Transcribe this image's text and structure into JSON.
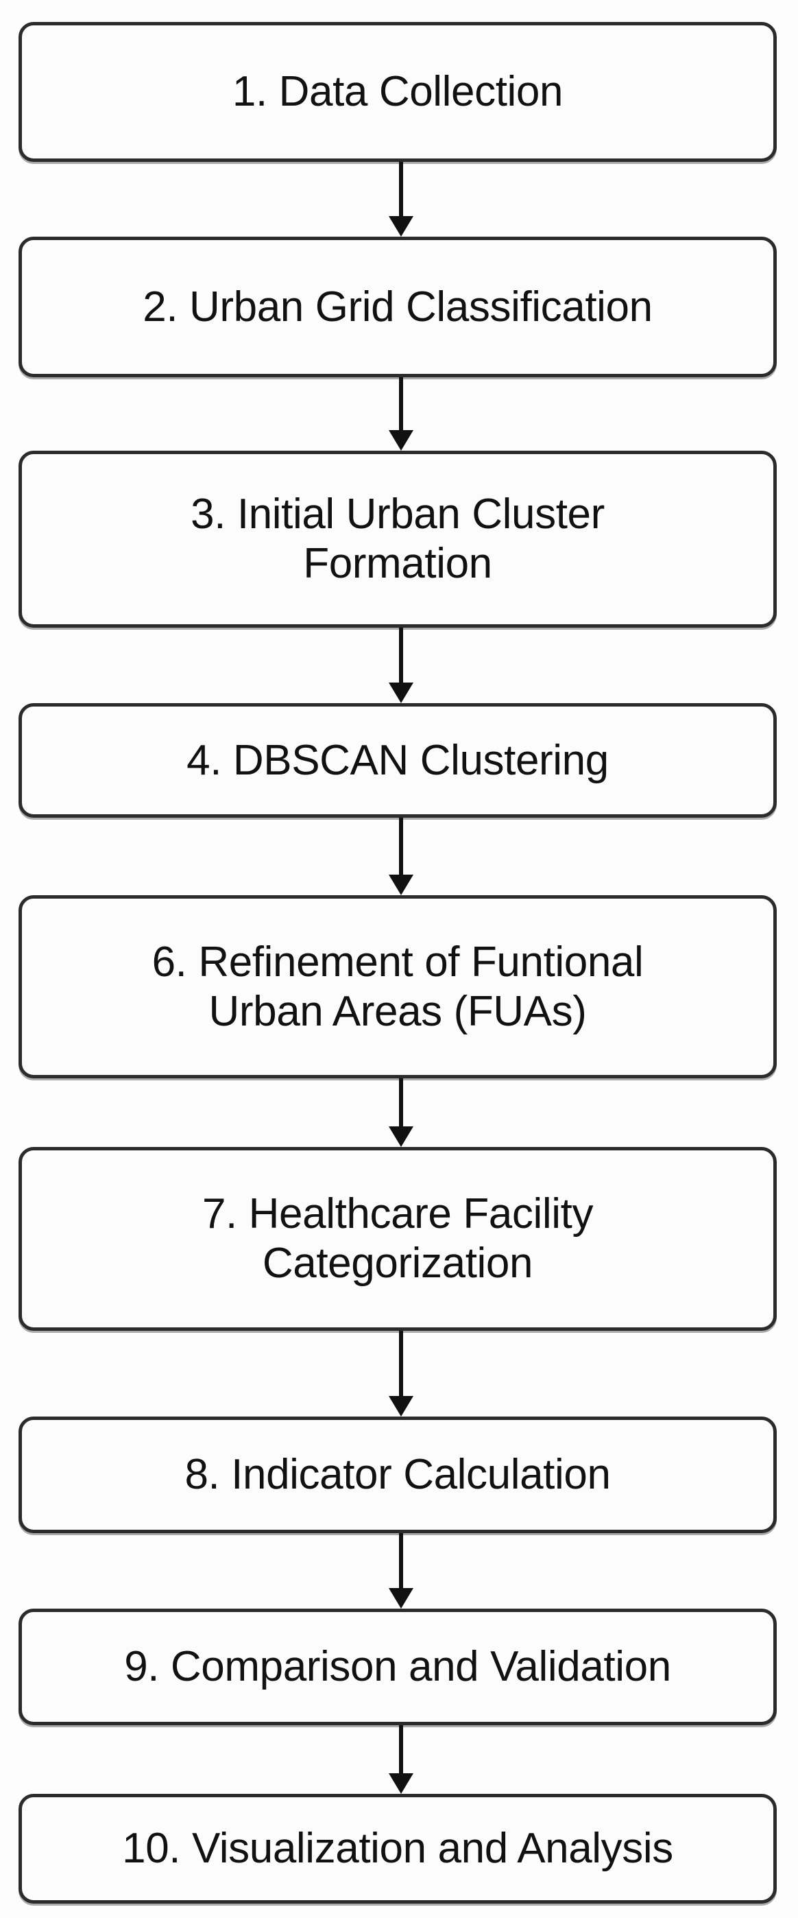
{
  "diagram": {
    "type": "flowchart",
    "orientation": "vertical",
    "title": "",
    "colors": {
      "node_border": "#2b2b2b",
      "node_fill": "#fcfcfc",
      "text": "#111111",
      "arrow": "#111111",
      "background": "#fdfdfd"
    },
    "nodes": [
      {
        "id": "step-1",
        "number": "1",
        "label": "1. Data Collection"
      },
      {
        "id": "step-2",
        "number": "2",
        "label": "2. Urban Grid Classification"
      },
      {
        "id": "step-3",
        "number": "3",
        "label": "3. Initial Urban Cluster\nFormation"
      },
      {
        "id": "step-4",
        "number": "4",
        "label": "4. DBSCAN Clustering"
      },
      {
        "id": "step-6",
        "number": "6",
        "label": "6.  Refinement of Funtional\nUrban Areas (FUAs)"
      },
      {
        "id": "step-7",
        "number": "7",
        "label": "7. Healthcare Facility\nCategorization"
      },
      {
        "id": "step-8",
        "number": "8",
        "label": "8. Indicator Calculation"
      },
      {
        "id": "step-9",
        "number": "9",
        "label": "9. Comparison and Validation"
      },
      {
        "id": "step-10",
        "number": "10",
        "label": "10. Visualization and Analysis"
      }
    ],
    "edges": [
      {
        "from": "step-1",
        "to": "step-2",
        "style": "arrow-down"
      },
      {
        "from": "step-2",
        "to": "step-3",
        "style": "arrow-down"
      },
      {
        "from": "step-3",
        "to": "step-4",
        "style": "arrow-down"
      },
      {
        "from": "step-4",
        "to": "step-6",
        "style": "arrow-down"
      },
      {
        "from": "step-6",
        "to": "step-7",
        "style": "arrow-down"
      },
      {
        "from": "step-7",
        "to": "step-8",
        "style": "arrow-down"
      },
      {
        "from": "step-8",
        "to": "step-9",
        "style": "arrow-down"
      },
      {
        "from": "step-9",
        "to": "step-10",
        "style": "arrow-down"
      }
    ]
  }
}
